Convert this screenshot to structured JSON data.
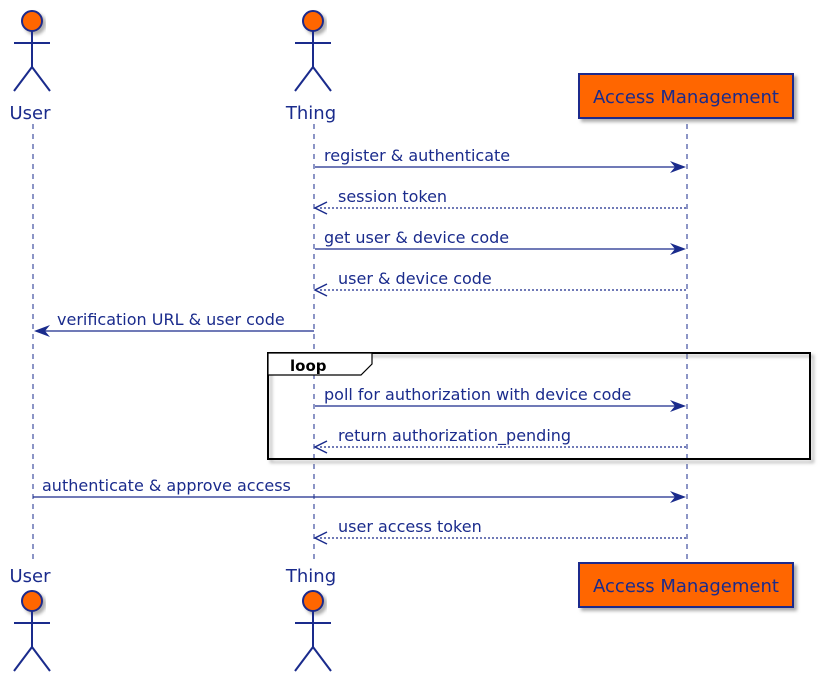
{
  "participants": {
    "user": "User",
    "thing": "Thing",
    "am": "Access Management"
  },
  "colors": {
    "line": "#1a2b8c",
    "actor_fill": "#ff6600",
    "box_fill": "#ff6600",
    "box_shadow": "#9a9a9a",
    "loop_border": "#000000"
  },
  "loop_label": "loop",
  "messages": [
    {
      "text": "register & authenticate",
      "from": "thing",
      "to": "am",
      "style": "solid"
    },
    {
      "text": "session token",
      "from": "am",
      "to": "thing",
      "style": "dotted"
    },
    {
      "text": "get user & device code",
      "from": "thing",
      "to": "am",
      "style": "solid"
    },
    {
      "text": "user & device code",
      "from": "am",
      "to": "thing",
      "style": "dotted"
    },
    {
      "text": "verification URL & user code",
      "from": "thing",
      "to": "user",
      "style": "solid"
    },
    {
      "text": "poll for authorization with device code",
      "from": "thing",
      "to": "am",
      "style": "solid"
    },
    {
      "text": "return authorization_pending",
      "from": "am",
      "to": "thing",
      "style": "dotted"
    },
    {
      "text": "authenticate & approve access",
      "from": "user",
      "to": "am",
      "style": "solid"
    },
    {
      "text": "user access token",
      "from": "am",
      "to": "thing",
      "style": "dotted"
    }
  ]
}
